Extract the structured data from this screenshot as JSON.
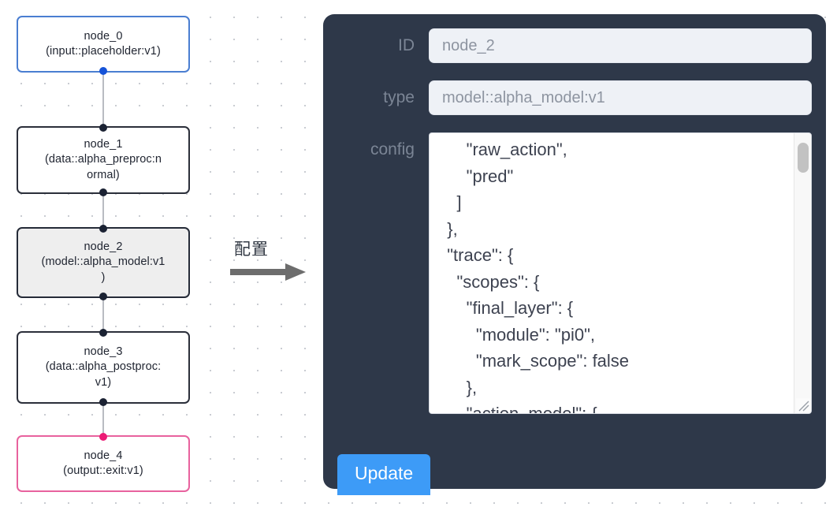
{
  "graph": {
    "nodes": [
      {
        "id": "node_0",
        "title": "node_0",
        "subtitle": "(input::placeholder:v1)",
        "state": "input"
      },
      {
        "id": "node_1",
        "title": "node_1",
        "subtitle": "(data::alpha_preproc:n\normal)",
        "state": "normal"
      },
      {
        "id": "node_2",
        "title": "node_2",
        "subtitle": "(model::alpha_model:v1\n)",
        "state": "selected"
      },
      {
        "id": "node_3",
        "title": "node_3",
        "subtitle": "(data::alpha_postproc:\nv1)",
        "state": "normal"
      },
      {
        "id": "node_4",
        "title": "node_4",
        "subtitle": "(output::exit:v1)",
        "state": "output"
      }
    ],
    "accent_input": "#4a7ed1",
    "accent_output": "#e8629e",
    "accent_port": "#1b2233"
  },
  "flow": {
    "label": "配置",
    "arrow_icon": "arrow-right-icon"
  },
  "panel": {
    "background": "#2e3849",
    "fields": [
      {
        "name": "id",
        "label": "ID",
        "value": "node_2"
      },
      {
        "name": "type",
        "label": "type",
        "value": "model::alpha_model:v1"
      },
      {
        "name": "config",
        "label": "config",
        "value": "      \"raw_action\",\n      \"pred\"\n    ]\n  },\n  \"trace\": {\n    \"scopes\": {\n      \"final_layer\": {\n        \"module\": \"pi0\",\n        \"mark_scope\": false\n      },\n      \"action_model\": {"
      }
    ],
    "update_button": {
      "label": "Update",
      "color": "#3d9bf7"
    }
  }
}
